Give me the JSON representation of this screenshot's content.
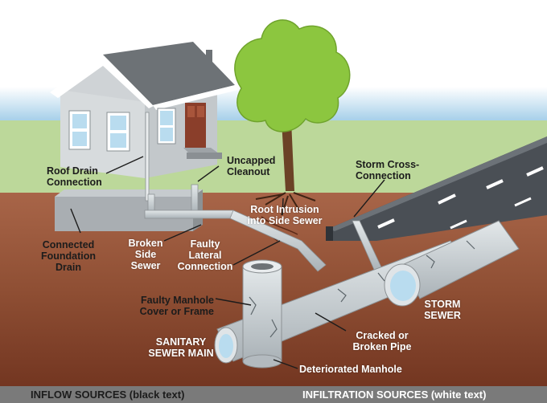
{
  "colors": {
    "sky": "#a9d1ea",
    "grass": "#bcd89a",
    "soil": "#9a5a3e",
    "soil_deep": "#7e3f28",
    "pipe": "#c9d0d4",
    "road": "#4a4f55",
    "house_wall": "#d7dbdd",
    "roof": "#6d7276",
    "door": "#8a3e2a",
    "tree_leaves": "#8cc63f",
    "trunk": "#6b4226",
    "footer": "#7a7a7a"
  },
  "labels": {
    "roof_drain": "Roof Drain\nConnection",
    "uncapped_cleanout": "Uncapped\nCleanout",
    "storm_cross": "Storm Cross-\nConnection",
    "root_intrusion": "Root Intrusion\ninto Side Sewer",
    "connected_foundation": "Connected\nFoundation\nDrain",
    "broken_side": "Broken\nSide\nSewer",
    "faulty_lateral": "Faulty\nLateral\nConnection",
    "storm_sewer": "STORM\nSEWER",
    "faulty_manhole": "Faulty Manhole\nCover or Frame",
    "cracked_pipe": "Cracked or\nBroken Pipe",
    "sanitary_main": "SANITARY\nSEWER MAIN",
    "deteriorated_manhole": "Deteriorated Manhole"
  },
  "footer": {
    "inflow": "INFLOW SOURCES (black text)",
    "infiltration": "INFILTRATION SOURCES (white text)"
  }
}
